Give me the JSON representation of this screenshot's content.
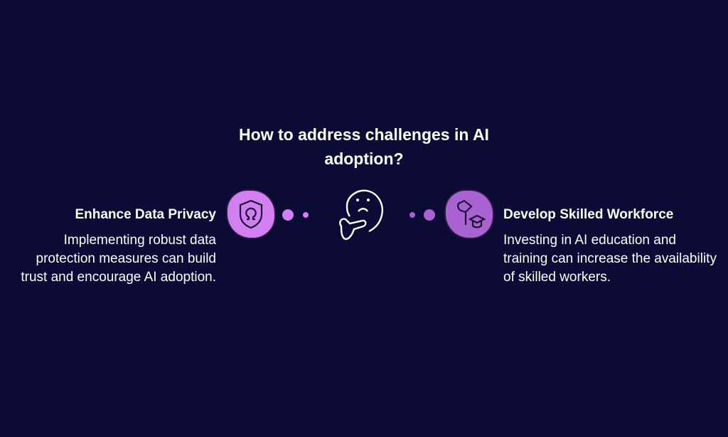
{
  "title": "How to address challenges in AI adoption?",
  "left": {
    "heading": "Enhance Data Privacy",
    "body": "Implementing robust data protection measures can build trust and encourage AI adoption.",
    "icon": "shield-omega-icon",
    "color": "#d27ff2"
  },
  "right": {
    "heading": "Develop Skilled Workforce",
    "body": "Investing in AI education and training can increase the availability of skilled workers.",
    "icon": "flag-graduation-cap-icon",
    "color": "#a862d2"
  },
  "center": {
    "icon": "thinking-face-icon"
  }
}
